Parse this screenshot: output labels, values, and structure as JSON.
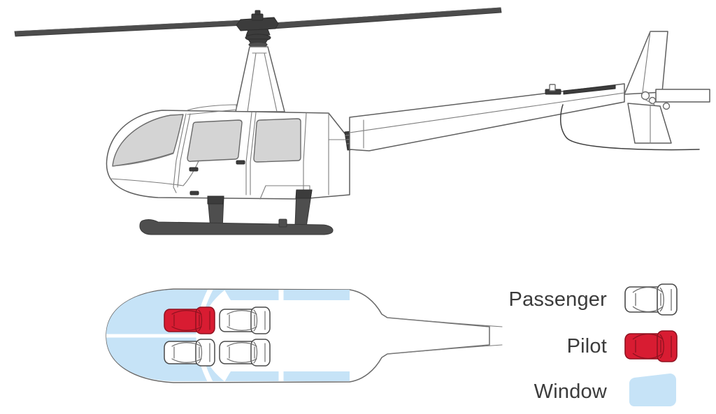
{
  "document": {
    "kind": "illustration",
    "subject": "Robinson R44 helicopter side view and cabin seating layout",
    "background_color": "#ffffff"
  },
  "colors": {
    "outline": "#5a5a5a",
    "outline_dark": "#3c3c3c",
    "text": "#3b3b3b",
    "seat_fill": "#ffffff",
    "seat_stroke": "#4a4a4a",
    "pilot_seat_fill": "#d81c32",
    "pilot_seat_stroke": "#8f1220",
    "window_blue": "#c6e3f7",
    "windshield_gray": "#d4d4d4",
    "skid_gray": "#4e4e4e",
    "rotor_gray": "#4a4a4a",
    "rotor_hub_dark": "#3a3a3a",
    "fuselage_fill": "#ffffff"
  },
  "side_view": {
    "name": "helicopter-side-view",
    "components": [
      "main-rotor-blade-left",
      "main-rotor-blade-right",
      "rotor-hub",
      "mast-pylon",
      "cabin",
      "windshield",
      "front-door-window",
      "rear-door-window",
      "door-handles",
      "tail-boom",
      "vertical-stabilizer",
      "horizontal-stabilizer",
      "tail-rotor",
      "tail-skid",
      "landing-skids",
      "skid-struts"
    ]
  },
  "top_view": {
    "name": "cabin-top-view",
    "seat_rows": 2,
    "seats_per_row": 2,
    "seats": [
      {
        "id": "seat-front-left",
        "role": "Pilot",
        "highlighted": true,
        "row": 1,
        "col": 1
      },
      {
        "id": "seat-front-right",
        "role": "Passenger",
        "highlighted": false,
        "row": 1,
        "col": 2
      },
      {
        "id": "seat-rear-left",
        "role": "Passenger",
        "highlighted": false,
        "row": 2,
        "col": 1
      },
      {
        "id": "seat-rear-right",
        "role": "Passenger",
        "highlighted": false,
        "row": 2,
        "col": 2
      }
    ],
    "window_regions": [
      "nose-windshield",
      "upper-door-window",
      "lower-door-window"
    ]
  },
  "legend": {
    "title": "",
    "items": [
      {
        "label": "Passenger",
        "swatch": "seat-outline-icon",
        "color": "#ffffff"
      },
      {
        "label": "Pilot",
        "swatch": "seat-filled-icon",
        "color": "#d81c32"
      },
      {
        "label": "Window",
        "swatch": "window-patch-icon",
        "color": "#c6e3f7"
      }
    ]
  }
}
